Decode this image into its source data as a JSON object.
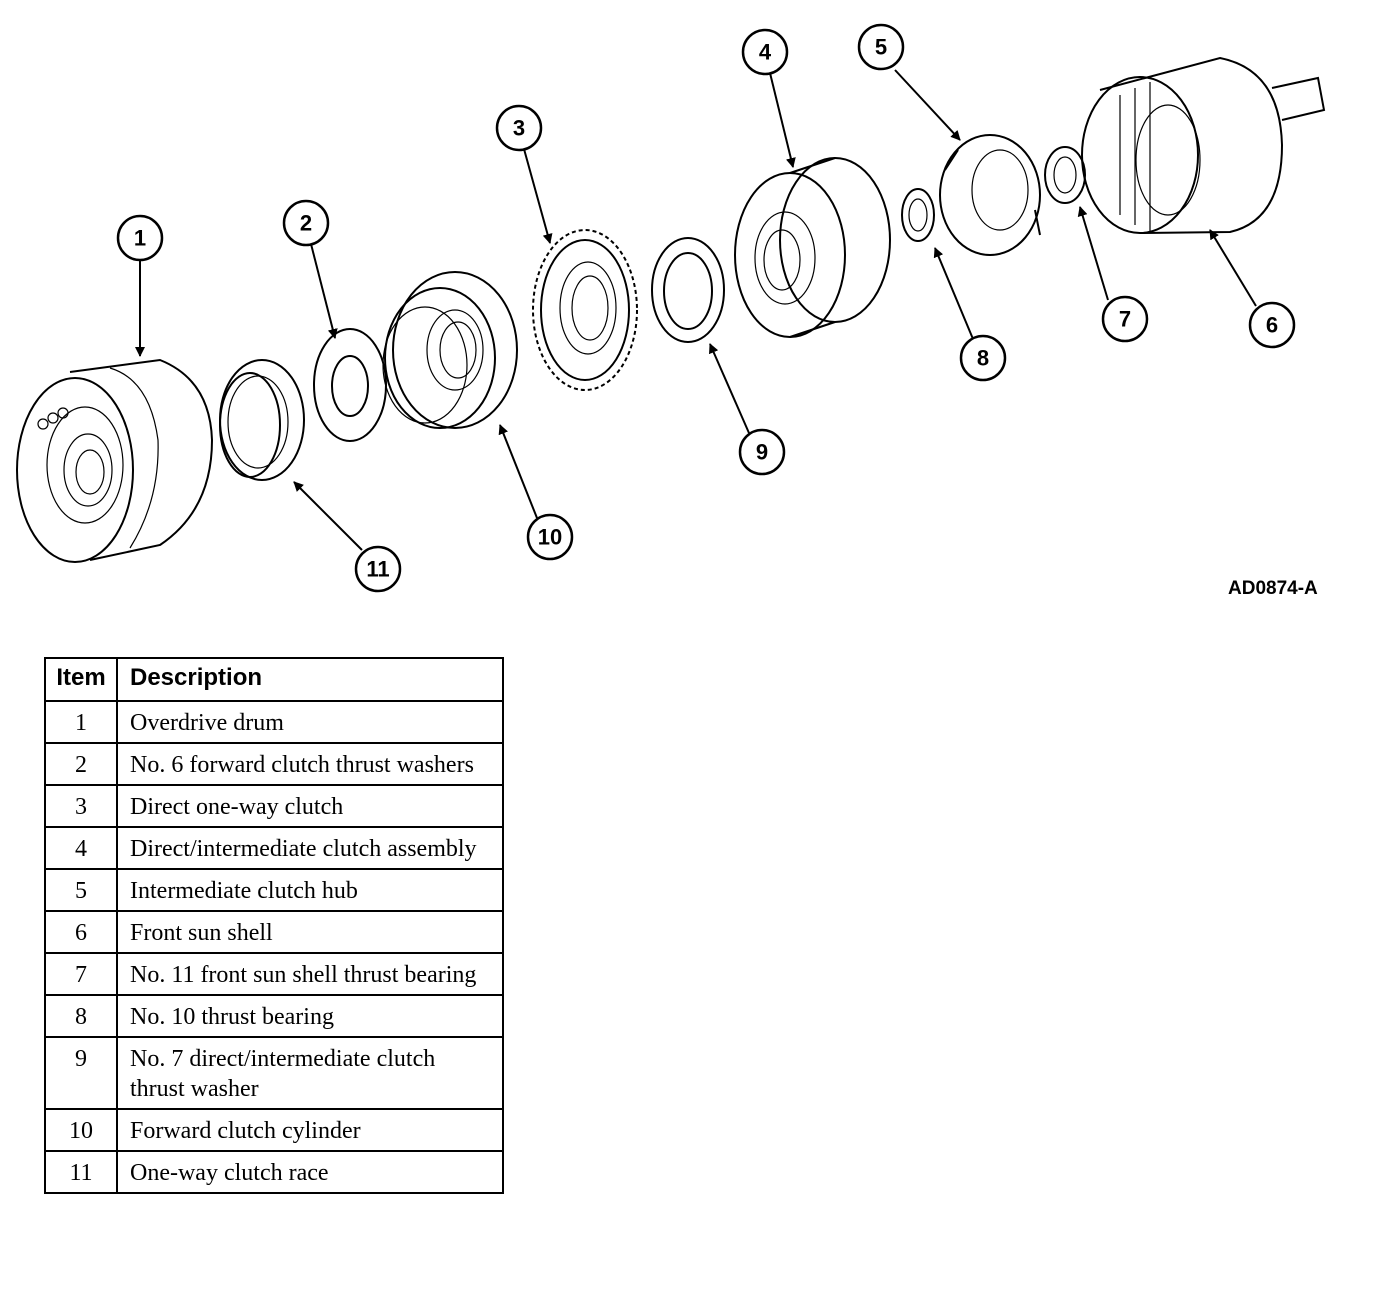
{
  "figure_code": "AD0874-A",
  "legend": {
    "headers": {
      "item": "Item",
      "description": "Description"
    },
    "rows": [
      {
        "item": "1",
        "description": "Overdrive drum"
      },
      {
        "item": "2",
        "description": "No. 6 forward clutch thrust washers"
      },
      {
        "item": "3",
        "description": "Direct one-way clutch"
      },
      {
        "item": "4",
        "description": "Direct/intermediate clutch assembly"
      },
      {
        "item": "5",
        "description": "Intermediate clutch hub"
      },
      {
        "item": "6",
        "description": "Front sun shell"
      },
      {
        "item": "7",
        "description": "No. 11 front sun shell thrust bearing"
      },
      {
        "item": "8",
        "description": "No. 10 thrust bearing"
      },
      {
        "item": "9",
        "description": "No. 7 direct/intermediate clutch thrust washer"
      },
      {
        "item": "10",
        "description": "Forward clutch cylinder"
      },
      {
        "item": "11",
        "description": "One-way clutch race"
      }
    ]
  },
  "callouts": [
    "1",
    "2",
    "3",
    "4",
    "5",
    "6",
    "7",
    "8",
    "9",
    "10",
    "11"
  ]
}
